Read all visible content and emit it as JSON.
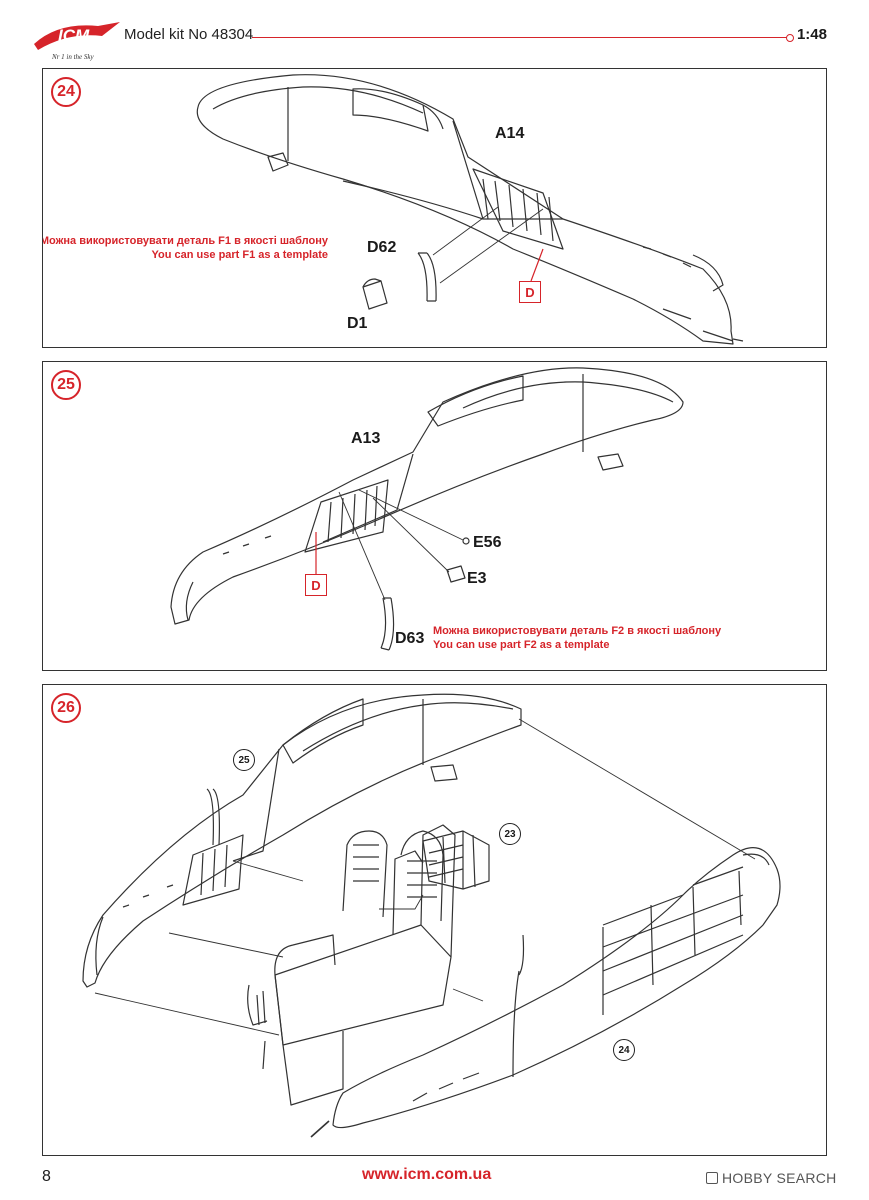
{
  "header": {
    "brand": "ICM",
    "tagline": "Nr 1 in the Sky",
    "model_kit": "Model kit No 48304",
    "scale": "1:48"
  },
  "steps": [
    {
      "number": "24",
      "labels": {
        "part1": "A14",
        "part2": "D62",
        "part3": "D1"
      },
      "note_uk": "Можна використовувати деталь F1 в якості шаблону",
      "note_en": "You can use part F1 as a template",
      "detail_tag": "D"
    },
    {
      "number": "25",
      "labels": {
        "part1": "A13",
        "part2": "E56",
        "part3": "E3",
        "part4": "D63"
      },
      "note_uk": "Можна використовувати деталь F2 в якості шаблону",
      "note_en": "You can use part F2 as a template",
      "detail_tag": "D"
    },
    {
      "number": "26",
      "refs": [
        "25",
        "23",
        "24"
      ]
    }
  ],
  "footer": {
    "page": "8",
    "url": "www.icm.com.ua",
    "watermark": "HOBBY SEARCH"
  },
  "colors": {
    "accent": "#d6242a",
    "line": "#333333"
  }
}
